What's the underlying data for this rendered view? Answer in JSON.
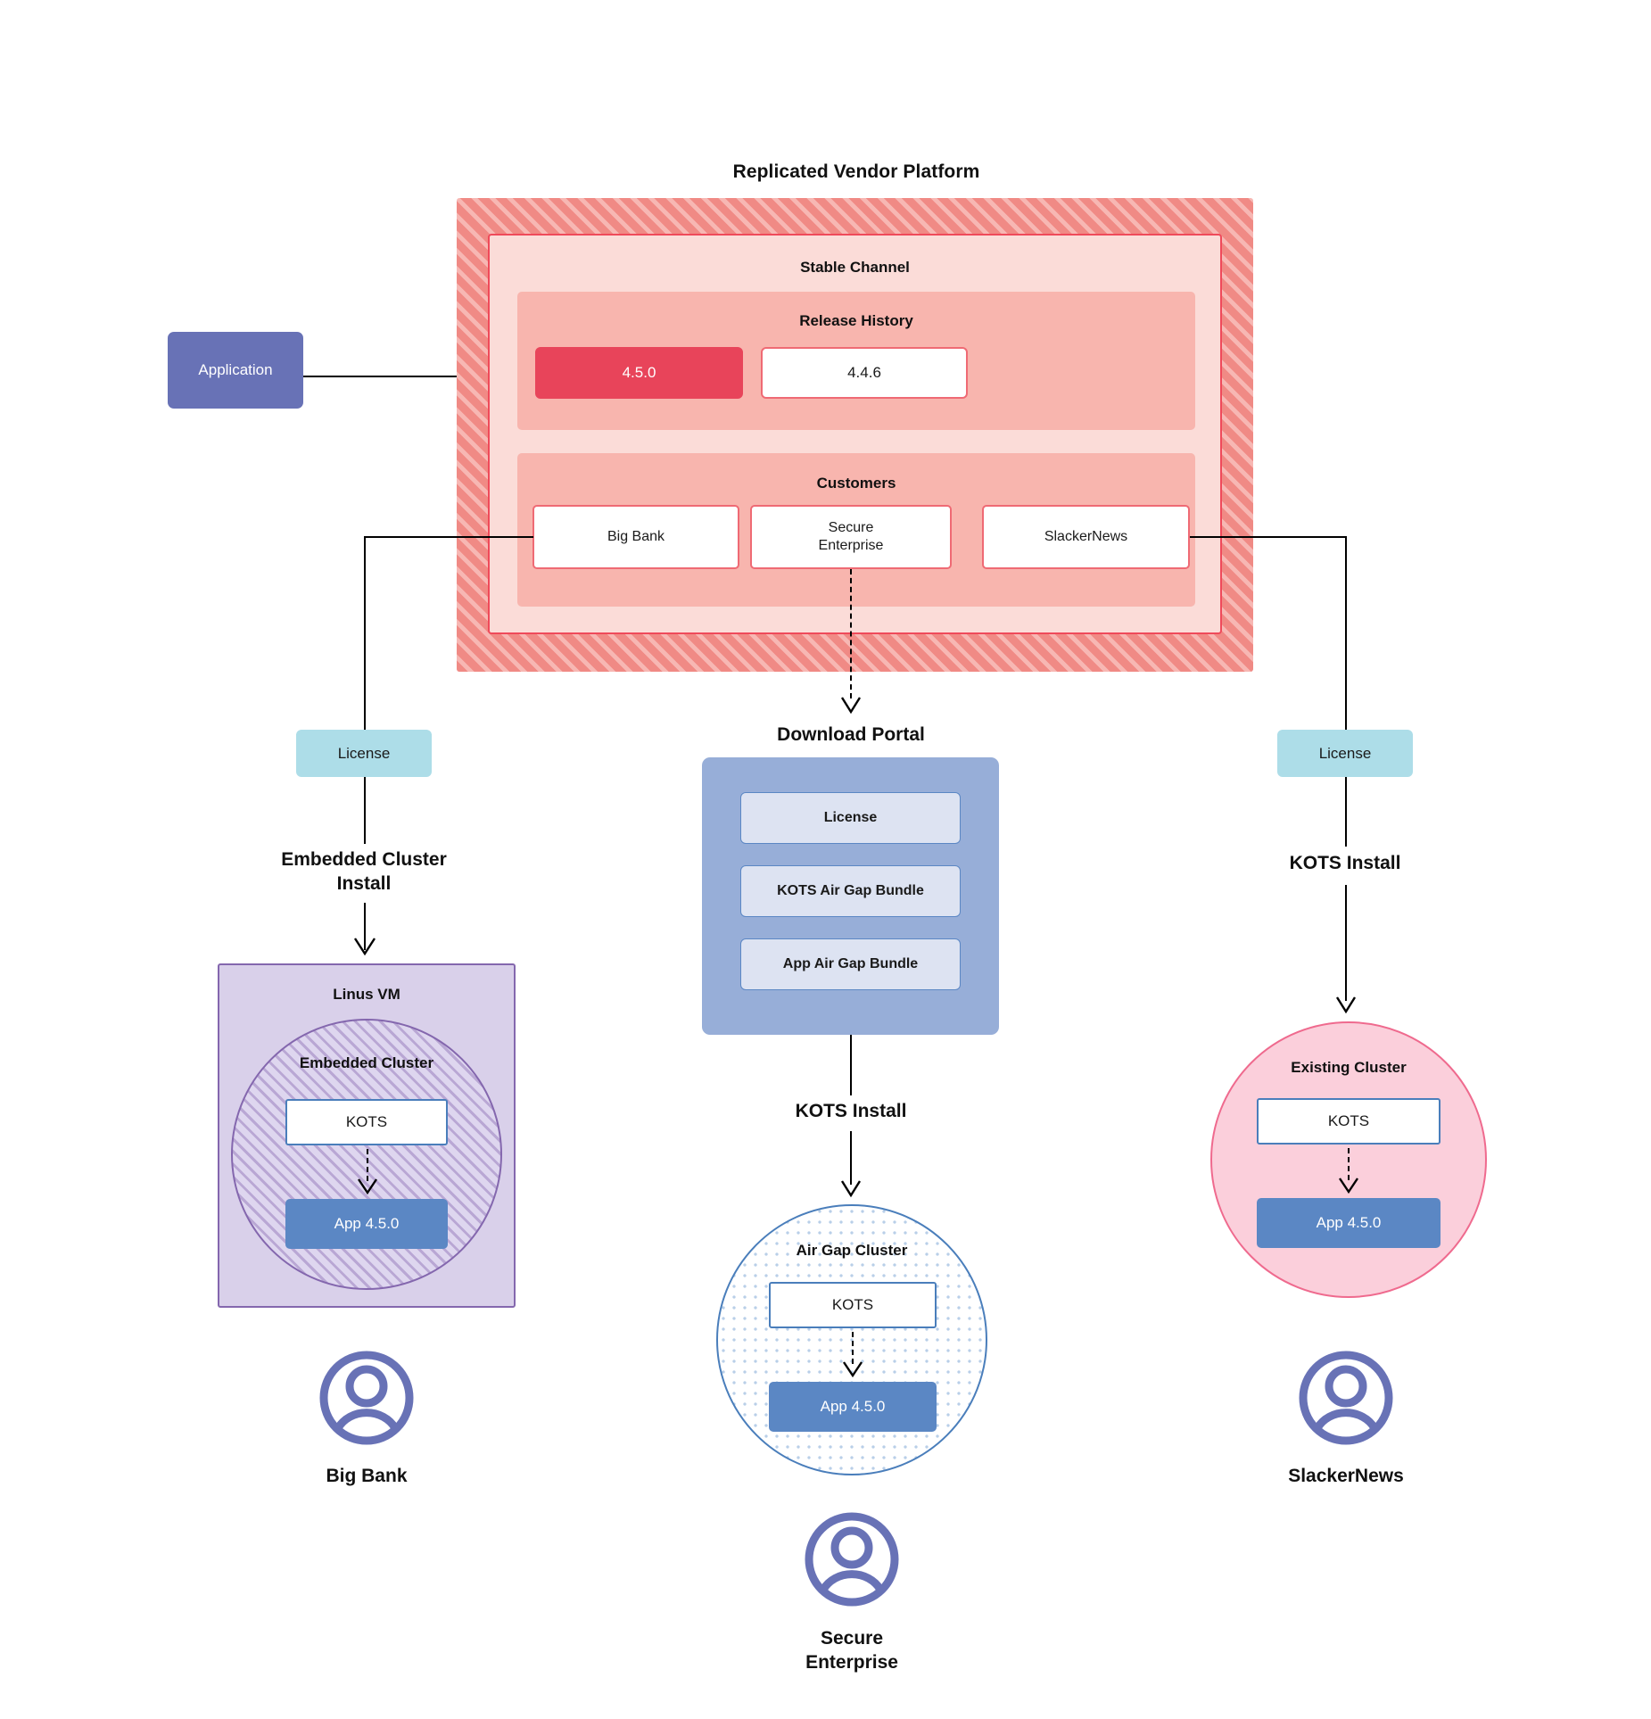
{
  "diagram": {
    "title": "Replicated Vendor Platform"
  },
  "application": {
    "label": "Application"
  },
  "platform": {
    "channel_label": "Stable Channel",
    "release_history": {
      "label": "Release History",
      "releases": [
        {
          "version": "4.5.0",
          "state": "current"
        },
        {
          "version": "4.4.6",
          "state": "previous"
        }
      ]
    },
    "customers": {
      "label": "Customers",
      "items": [
        {
          "name": "Big Bank"
        },
        {
          "name": "Secure\nEnterprise"
        },
        {
          "name": "SlackerNews"
        }
      ]
    }
  },
  "branches": {
    "left": {
      "license_label": "License",
      "install_label": "Embedded Cluster\nInstall",
      "host_label": "Linus VM",
      "cluster_label": "Embedded Cluster",
      "kots_label": "KOTS",
      "app_label": "App 4.5.0",
      "persona_label": "Big Bank"
    },
    "middle": {
      "portal_title": "Download  Portal",
      "portal_items": [
        {
          "label": "License"
        },
        {
          "label": "KOTS Air Gap Bundle"
        },
        {
          "label": "App Air Gap Bundle"
        }
      ],
      "install_label": "KOTS Install",
      "cluster_label": "Air Gap Cluster",
      "kots_label": "KOTS",
      "app_label": "App 4.5.0",
      "persona_label": "Secure\nEnterprise"
    },
    "right": {
      "license_label": "License",
      "install_label": "KOTS Install",
      "cluster_label": "Existing Cluster",
      "kots_label": "KOTS",
      "app_label": "App 4.5.0",
      "persona_label": "SlackerNews"
    }
  },
  "icons": {
    "user": "user-avatar-icon",
    "arrow": "arrow-head-icon"
  },
  "colors": {
    "platform_hatch": "#f08a85",
    "channel_fill": "#fbdcd8",
    "band_fill": "#f8b5ae",
    "release_current": "#e8445a",
    "customer_border": "#ef6a74",
    "application_fill": "#6872b6",
    "license_fill": "#addde8",
    "vm_fill": "#d9d0ea",
    "vm_border": "#8467ae",
    "airgap_border": "#4a7ebb",
    "existing_fill": "#fbcfdb",
    "existing_border": "#ef6a8e",
    "app_fill": "#5b87c4",
    "portal_fill": "#97aed8",
    "portal_item_fill": "#dde3f2",
    "avatar_stroke": "#6872b6"
  }
}
